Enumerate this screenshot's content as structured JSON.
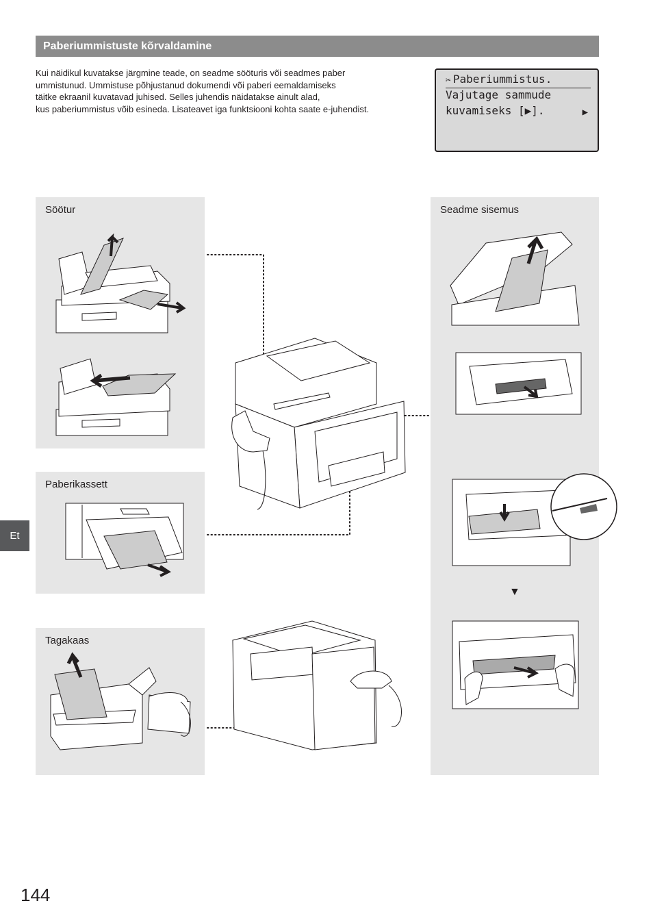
{
  "header": {
    "title": "Paberiummistuste kõrvaldamine"
  },
  "intro": {
    "text": "Kui näidikul kuvatakse järgmine teade, on seadme sööturis või seadmes paber\nummistunud. Ummistuse põhjustanud dokumendi või paberi eemaldamiseks\ntäitke ekraanil kuvatavad juhised. Selles juhendis näidatakse ainult alad,\nkus paberiummistus võib esineda. Lisateavet iga funktsiooni kohta saate e-juhendist."
  },
  "lcd": {
    "line1": "Paberiummistus.",
    "line2": "Vajutage sammude",
    "line3": "kuvamiseks [▶].",
    "icon": "paper-jam-icon"
  },
  "panels": {
    "feeder": "Söötur",
    "cassette": "Paberikassett",
    "rear": "Tagakaas",
    "inside": "Seadme sisemus"
  },
  "step_arrow": "▼",
  "lang_tab": "Et",
  "page_number": "144",
  "colors": {
    "header_bg": "#8c8c8c",
    "panel_bg": "#e6e6e6",
    "lcd_bg": "#d9d9d9",
    "tab_bg": "#58595b",
    "paper": "#cccccc"
  }
}
